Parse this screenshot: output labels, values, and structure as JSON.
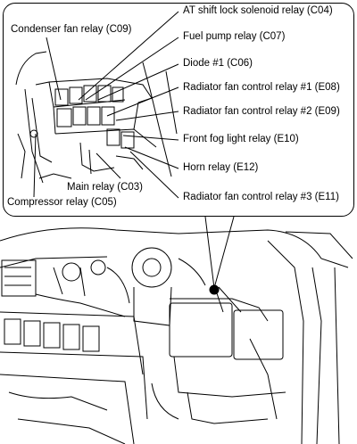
{
  "labels": {
    "at_shift_lock": "AT shift lock solenoid relay (C04)",
    "condenser_fan": "Condenser fan relay (C09)",
    "fuel_pump": "Fuel pump relay (C07)",
    "diode1": "Diode #1 (C06)",
    "rad_fan_1": "Radiator fan control relay #1 (E08)",
    "rad_fan_2": "Radiator fan control relay #2 (E09)",
    "front_fog": "Front fog light relay (E10)",
    "horn": "Horn relay (E12)",
    "main_relay": "Main relay (C03)",
    "compressor": "Compressor relay (C05)",
    "rad_fan_3": "Radiator fan control relay #3 (E11)"
  },
  "colors": {
    "line": "#000000",
    "background": "#ffffff"
  }
}
